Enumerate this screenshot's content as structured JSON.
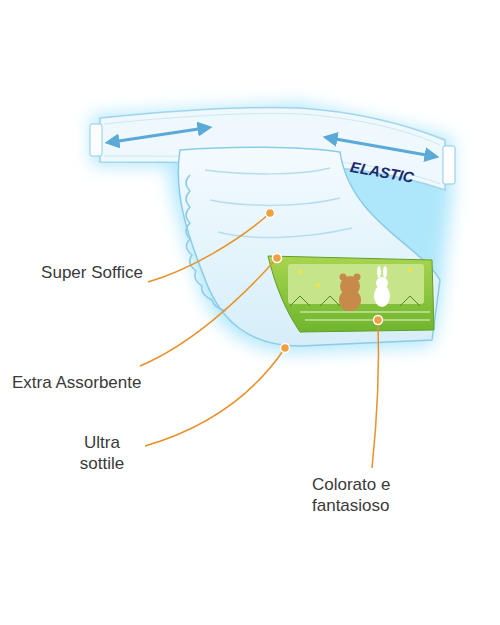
{
  "diagram": {
    "labels": [
      "ELASTIC",
      "Super Soffice",
      "Extra Assorbente",
      "Ultra sottile",
      "Colorato e fantasioso"
    ]
  }
}
